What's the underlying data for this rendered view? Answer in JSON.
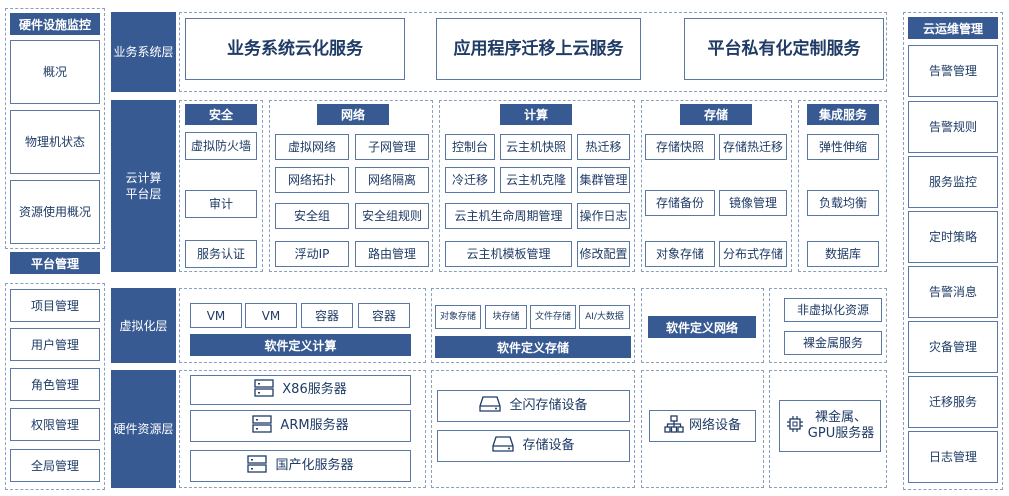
{
  "left": {
    "monitor_title": "硬件设施监控",
    "monitor_items": [
      "概况",
      "物理机状态",
      "资源使用概况"
    ],
    "platform_title": "平台管理",
    "platform_items": [
      "项目管理",
      "用户管理",
      "角色管理",
      "权限管理",
      "全局管理"
    ]
  },
  "right": {
    "title": "云运维管理",
    "items": [
      "告警管理",
      "告警规则",
      "服务监控",
      "定时策略",
      "告警消息",
      "灾备管理",
      "迁移服务",
      "日志管理"
    ]
  },
  "layers": {
    "business": "业务系统层",
    "cloud_line1": "云计算",
    "cloud_line2": "平台层",
    "virtual": "虚拟化层",
    "hardware": "硬件资源层"
  },
  "business": [
    "业务系统云化服务",
    "应用程序迁移上云服务",
    "平台私有化定制服务"
  ],
  "security": {
    "title": "安全",
    "items": [
      "虚拟防火墙",
      "审计",
      "服务认证"
    ]
  },
  "network": {
    "title": "网络",
    "items": [
      "虚拟网络",
      "子网管理",
      "网络拓扑",
      "网络隔离",
      "安全组",
      "安全组规则",
      "浮动IP",
      "路由管理"
    ]
  },
  "compute": {
    "title": "计算",
    "items": [
      "控制台",
      "云主机快照",
      "热迁移",
      "冷迁移",
      "云主机克隆",
      "集群管理",
      "云主机生命周期管理",
      "操作日志",
      "云主机模板管理",
      "修改配置"
    ]
  },
  "storage": {
    "title": "存储",
    "items": [
      "存储快照",
      "存储热迁移",
      "存储备份",
      "镜像管理",
      "对象存储",
      "分布式存储"
    ]
  },
  "integration": {
    "title": "集成服务",
    "items": [
      "弹性伸缩",
      "负载均衡",
      "数据库"
    ]
  },
  "virtualization": {
    "compute_items": [
      "VM",
      "VM",
      "容器",
      "容器"
    ],
    "compute_label": "软件定义计算",
    "storage_items": [
      "对象存储",
      "块存储",
      "文件存储",
      "AI/大数据"
    ],
    "storage_label": "软件定义存储",
    "network_label": "软件定义网络",
    "nonvirt_items": [
      "非虚拟化资源",
      "裸金属服务"
    ]
  },
  "hardware": {
    "servers": [
      "X86服务器",
      "ARM服务器",
      "国产化服务器"
    ],
    "storage": [
      "全闪存储设备",
      "存储设备"
    ],
    "network": "网络设备",
    "baremetal_line1": "裸金属、",
    "baremetal_line2": "GPU服务器"
  },
  "colors": {
    "accent": "#375a93",
    "border": "#5b78a3",
    "dashed": "#8aa0bf",
    "text": "#1f3b66"
  }
}
